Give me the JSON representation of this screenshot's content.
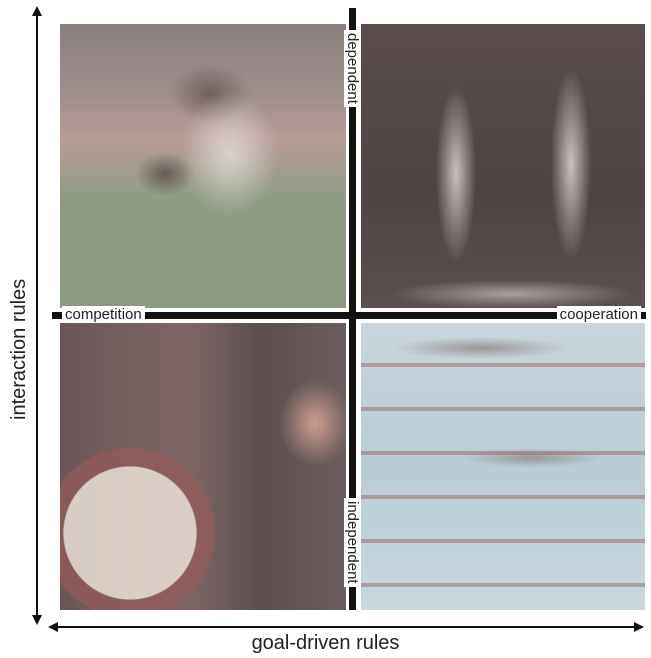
{
  "axes": {
    "y_title": "interaction rules",
    "x_title": "goal-driven rules"
  },
  "quadrant_labels": {
    "left": "competition",
    "right": "cooperation",
    "top": "dependent",
    "bottom": "independent"
  },
  "photos": [
    {
      "id": "top-left",
      "subject": "rugby-tackle"
    },
    {
      "id": "top-right",
      "subject": "acrobatic-pyramid"
    },
    {
      "id": "bottom-left",
      "subject": "darts-player"
    },
    {
      "id": "bottom-right",
      "subject": "swimming-race"
    }
  ],
  "colors": {
    "axis": "#111111",
    "text": "#222222",
    "background": "#ffffff"
  }
}
